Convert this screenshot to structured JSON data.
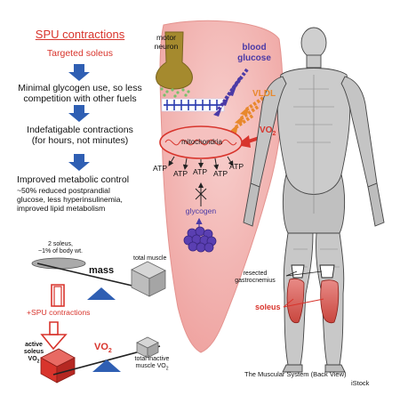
{
  "left_panel": {
    "title": "SPU contractions",
    "subtitle": "Targeted soleus",
    "step1": [
      "Minimal glycogen use, so less",
      "competition with other fuels"
    ],
    "step2": [
      "Indefatigable contractions",
      "(for hours, not minutes)"
    ],
    "step3_title": "Improved metabolic control",
    "step3_detail": [
      "~50% reduced postprandial",
      "glucose, less hyperinsulinemia,",
      "improved lipid metabolism"
    ]
  },
  "muscle_panel": {
    "motor_neuron": [
      "motor",
      "neuron"
    ],
    "blood_glucose": [
      "blood",
      "glucose"
    ],
    "vldl": "VLDL",
    "vo2": "VO",
    "vo2_sub": "2",
    "mitochondria": "mitochondria",
    "atp_labels": [
      "ATP",
      "ATP",
      "ATP",
      "ATP",
      "ATP"
    ],
    "glycogen": "glycogen"
  },
  "balance_panel": {
    "soleus_label": [
      "2 soleus,",
      "~1% of body wt."
    ],
    "mass": "mass",
    "total_muscle": "total muscle",
    "spu_contractions": "+SPU contractions",
    "active_soleus": [
      "active",
      "soleus",
      "VO"
    ],
    "active_soleus_sub": "2",
    "vo2": "VO",
    "vo2_sub": "2",
    "total_inactive": [
      "total inactive",
      "muscle VO"
    ],
    "total_inactive_sub": "2"
  },
  "figure_panel": {
    "resected": [
      "resected",
      "gastrocnemius"
    ],
    "soleus": "soleus",
    "caption": "The Muscular System (Back View)",
    "credit": "iStock"
  },
  "colors": {
    "accent_red": "#d8342c",
    "arrow_blue": "#2f5fb3",
    "muscle_pink": "#f3b7b5",
    "glucose_purple": "#4b3aa6",
    "vldl_orange": "#e8882c",
    "neuron_olive": "#a58a2e"
  }
}
